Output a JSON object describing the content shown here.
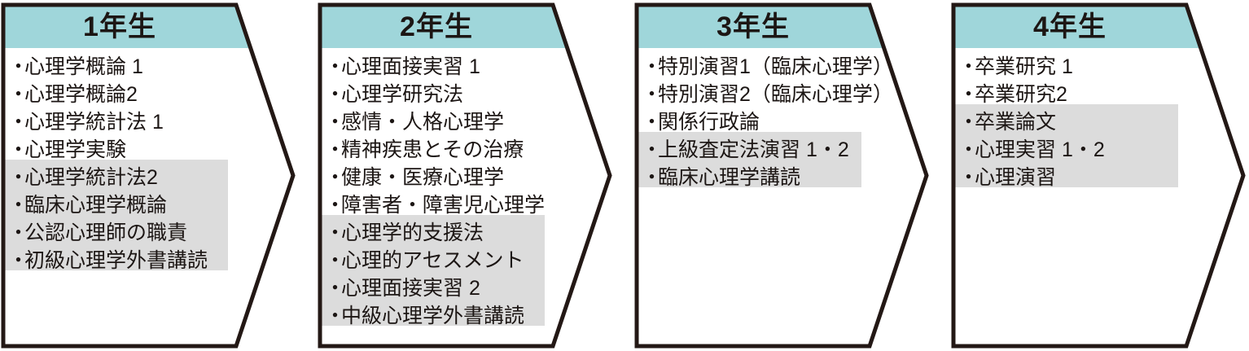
{
  "diagram": {
    "kind": "curriculum-roadmap",
    "colors": {
      "header_teal": "#9fd6da",
      "highlight_gray": "#dcdcdc",
      "outline": "#231815",
      "body_white": "#ffffff",
      "text": "#1c1614"
    },
    "bullet_glyph": "・"
  },
  "stages": [
    {
      "id": "year-1",
      "title": "1年生",
      "courses": [
        {
          "label": "心理学概論 1",
          "highlighted": false
        },
        {
          "label": "心理学概論2",
          "highlighted": false
        },
        {
          "label": "心理学統計法 1",
          "highlighted": false
        },
        {
          "label": "心理学実験",
          "highlighted": false
        },
        {
          "label": "心理学統計法2",
          "highlighted": true
        },
        {
          "label": "臨床心理学概論",
          "highlighted": true
        },
        {
          "label": "公認心理師の職責",
          "highlighted": true
        },
        {
          "label": "初級心理学外書講読",
          "highlighted": true
        }
      ]
    },
    {
      "id": "year-2",
      "title": "2年生",
      "courses": [
        {
          "label": "心理面接実習 1",
          "highlighted": false
        },
        {
          "label": "心理学研究法",
          "highlighted": false
        },
        {
          "label": "感情・人格心理学",
          "highlighted": false
        },
        {
          "label": "精神疾患とその治療",
          "highlighted": false
        },
        {
          "label": "健康・医療心理学",
          "highlighted": false
        },
        {
          "label": "障害者・障害児心理学",
          "highlighted": false
        },
        {
          "label": "心理学的支援法",
          "highlighted": true
        },
        {
          "label": "心理的アセスメント",
          "highlighted": true
        },
        {
          "label": "心理面接実習 2",
          "highlighted": true
        },
        {
          "label": "中級心理学外書講読",
          "highlighted": true
        }
      ]
    },
    {
      "id": "year-3",
      "title": "3年生",
      "courses": [
        {
          "label": "特別演習1（臨床心理学）",
          "highlighted": false
        },
        {
          "label": "特別演習2（臨床心理学）",
          "highlighted": false
        },
        {
          "label": "関係行政論",
          "highlighted": false
        },
        {
          "label": "上級査定法演習 1・2",
          "highlighted": true
        },
        {
          "label": "臨床心理学講読",
          "highlighted": true
        }
      ]
    },
    {
      "id": "year-4",
      "title": "4年生",
      "courses": [
        {
          "label": "卒業研究 1",
          "highlighted": false
        },
        {
          "label": "卒業研究2",
          "highlighted": false
        },
        {
          "label": "卒業論文",
          "highlighted": true
        },
        {
          "label": "心理実習 1・2",
          "highlighted": true
        },
        {
          "label": "心理演習",
          "highlighted": true
        }
      ]
    }
  ]
}
